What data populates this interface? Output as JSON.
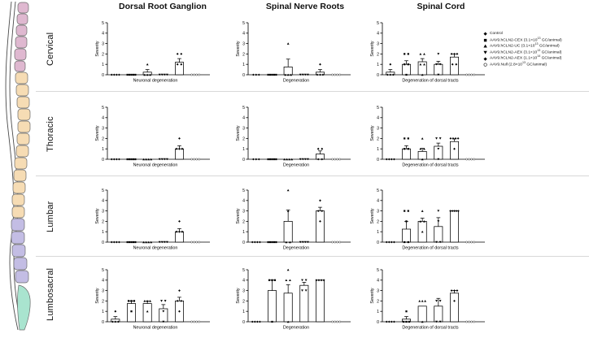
{
  "figure": {
    "columns": [
      {
        "id": "drg",
        "label": "Dorsal Root Ganglion",
        "xlabel": "Neuronal degeneration"
      },
      {
        "id": "snr",
        "label": "Spinal Nerve Roots",
        "xlabel": "Degeneration"
      },
      {
        "id": "sc",
        "label": "Spinal Cord",
        "xlabel": "Degeneration of dorsal tracts"
      }
    ],
    "rows": [
      {
        "id": "cervical",
        "label": "Cervical"
      },
      {
        "id": "thoracic",
        "label": "Thoracic"
      },
      {
        "id": "lumbar",
        "label": "Lumbar"
      },
      {
        "id": "lumbosacral",
        "label": "Lumbosacral"
      }
    ],
    "ylabel": "Severity",
    "yticks": [
      "0",
      "1",
      "2",
      "3",
      "4",
      "5"
    ],
    "ylim": [
      0,
      5
    ]
  },
  "legend": {
    "position": "right",
    "items": [
      {
        "marker": "diamond",
        "label": "Control",
        "dose": ""
      },
      {
        "marker": "square",
        "label": "AAV9.hCLN2-CEX",
        "dose": "(3.1×10",
        "exp": "13",
        "tail": " GC/animal)"
      },
      {
        "marker": "triangle-up",
        "label": "AAV9.hCLN2-UC",
        "dose": "(3.1×10",
        "exp": "13",
        "tail": " GC/animal)"
      },
      {
        "marker": "triangle-down",
        "label": "AAV9.hCLN2-AEX",
        "dose": "(3.1×10",
        "exp": "13",
        "tail": " GC/animal)"
      },
      {
        "marker": "diamond",
        "label": "AAV9.hCLN2-AEX",
        "dose": "(1.1×10",
        "exp": "14",
        "tail": " GC/animal)"
      },
      {
        "marker": "open-circle",
        "label": "AAV9.Null",
        "dose": "(2.8×10",
        "exp": "13",
        "tail": " GC/animal)"
      }
    ]
  },
  "spine": {
    "regions": [
      {
        "name": "cervical",
        "color": "#dfb8d0"
      },
      {
        "name": "thoracic",
        "color": "#f6dcb4"
      },
      {
        "name": "lumbar",
        "color": "#c3bde4"
      },
      {
        "name": "sacral",
        "color": "#a9e4cf"
      }
    ]
  },
  "chart_data": {
    "type": "bar",
    "title": "",
    "ylabel": "Severity",
    "ylim": [
      0,
      5
    ],
    "grid": false,
    "groups": [
      "Control",
      "AAV9.hCLN2-CEX",
      "AAV9.hCLN2-UC",
      "AAV9.hCLN2-AEX (3.1e13)",
      "AAV9.hCLN2-AEX (1.1e14)",
      "AAV9.Null"
    ],
    "panels": [
      {
        "row": "Cervical",
        "column": "Dorsal Root Ganglion",
        "xlabel": "Neuronal degeneration",
        "means": [
          0,
          0,
          0.25,
          0,
          1.2,
          0
        ],
        "errors": [
          0,
          0,
          0.25,
          0,
          0.35,
          0
        ],
        "points": [
          [
            0,
            0,
            0,
            0
          ],
          [
            0,
            0,
            0,
            0,
            0
          ],
          [
            0,
            0,
            0,
            1
          ],
          [
            0,
            0,
            0,
            0
          ],
          [
            1,
            1,
            2,
            2
          ],
          [
            0,
            0,
            0,
            0
          ]
        ]
      },
      {
        "row": "Cervical",
        "column": "Spinal Nerve Roots",
        "xlabel": "Degeneration",
        "means": [
          0,
          0,
          0.75,
          0,
          0.25,
          0
        ],
        "errors": [
          0,
          0,
          0.75,
          0,
          0.25,
          0
        ],
        "points": [
          [
            0,
            0,
            0
          ],
          [
            0,
            0,
            0,
            0,
            0
          ],
          [
            0,
            0,
            0,
            3
          ],
          [
            0,
            0,
            0,
            0
          ],
          [
            0,
            0,
            0,
            1
          ],
          [
            0,
            0,
            0,
            0
          ]
        ]
      },
      {
        "row": "Cervical",
        "column": "Spinal Cord",
        "xlabel": "Degeneration of dorsal tracts",
        "means": [
          0.25,
          1.0,
          1.25,
          1.0,
          1.7,
          0
        ],
        "errors": [
          0.25,
          0.35,
          0.3,
          0.3,
          0.3,
          0
        ],
        "points": [
          [
            0,
            0,
            0,
            1
          ],
          [
            0,
            1,
            1,
            2,
            2
          ],
          [
            0,
            1,
            1,
            2,
            2
          ],
          [
            0,
            1,
            1,
            2
          ],
          [
            1,
            1,
            2,
            2,
            2
          ],
          [
            0,
            0,
            0,
            0
          ]
        ]
      },
      {
        "row": "Thoracic",
        "column": "Dorsal Root Ganglion",
        "xlabel": "Neuronal degeneration",
        "means": [
          0,
          0,
          0,
          0,
          1.0,
          0
        ],
        "errors": [
          0,
          0,
          0,
          0,
          0.3,
          0
        ],
        "points": [
          [
            0,
            0,
            0,
            0
          ],
          [
            0,
            0,
            0,
            0,
            0
          ],
          [
            0,
            0,
            0,
            0
          ],
          [
            0,
            0,
            0,
            0
          ],
          [
            1,
            1,
            1,
            2
          ],
          [
            0,
            0,
            0,
            0
          ]
        ]
      },
      {
        "row": "Thoracic",
        "column": "Spinal Nerve Roots",
        "xlabel": "Degeneration",
        "means": [
          0,
          0,
          0,
          0,
          0.5,
          0
        ],
        "errors": [
          0,
          0,
          0,
          0,
          0.3,
          0
        ],
        "points": [
          [
            0,
            0,
            0
          ],
          [
            0,
            0,
            0,
            0,
            0
          ],
          [
            0,
            0,
            0,
            0
          ],
          [
            0,
            0,
            0,
            0
          ],
          [
            0,
            0,
            1,
            1
          ],
          [
            0,
            0,
            0,
            0
          ]
        ]
      },
      {
        "row": "Thoracic",
        "column": "Spinal Cord",
        "xlabel": "Degeneration of dorsal tracts",
        "means": [
          0,
          1.0,
          0.75,
          1.25,
          1.7,
          0
        ],
        "errors": [
          0,
          0.3,
          0.3,
          0.3,
          0.25,
          0
        ],
        "points": [
          [
            0,
            0,
            0,
            0
          ],
          [
            1,
            1,
            2,
            2
          ],
          [
            0,
            1,
            1,
            2
          ],
          [
            0,
            1,
            2,
            2
          ],
          [
            1,
            2,
            2,
            2,
            2
          ],
          [
            0,
            0,
            0,
            0
          ]
        ]
      },
      {
        "row": "Lumbar",
        "column": "Dorsal Root Ganglion",
        "xlabel": "Neuronal degeneration",
        "means": [
          0,
          0,
          0,
          0,
          1.0,
          0
        ],
        "errors": [
          0,
          0,
          0,
          0,
          0.3,
          0
        ],
        "points": [
          [
            0,
            0,
            0,
            0
          ],
          [
            0,
            0,
            0,
            0,
            0
          ],
          [
            0,
            0,
            0,
            0
          ],
          [
            0,
            0,
            0,
            0
          ],
          [
            1,
            1,
            1,
            2
          ],
          [
            0,
            0,
            0,
            0
          ]
        ]
      },
      {
        "row": "Lumbar",
        "column": "Spinal Nerve Roots",
        "xlabel": "Degeneration",
        "means": [
          0,
          0,
          2.0,
          0,
          3.0,
          0
        ],
        "errors": [
          0,
          0,
          1.1,
          0,
          0.35,
          0
        ],
        "points": [
          [
            0,
            0,
            0,
            0
          ],
          [
            0,
            0,
            0,
            0,
            0
          ],
          [
            0,
            0,
            3,
            5
          ],
          [
            0,
            0,
            0,
            0
          ],
          [
            2,
            3,
            3,
            4
          ],
          [
            0,
            0,
            0,
            0
          ]
        ]
      },
      {
        "row": "Lumbar",
        "column": "Spinal Cord",
        "xlabel": "Degeneration of dorsal tracts",
        "means": [
          0,
          1.25,
          2.0,
          1.5,
          3.0,
          0
        ],
        "errors": [
          0,
          0.75,
          0.3,
          0.85,
          0,
          0
        ],
        "points": [
          [
            0,
            0,
            0,
            0
          ],
          [
            0,
            0,
            2,
            3,
            3
          ],
          [
            1,
            2,
            2,
            3
          ],
          [
            0,
            0,
            2,
            3
          ],
          [
            3,
            3,
            3,
            3,
            3
          ],
          [
            0,
            0,
            0,
            0
          ]
        ]
      },
      {
        "row": "Lumbosacral",
        "column": "Dorsal Root Ganglion",
        "xlabel": "Neuronal degeneration",
        "means": [
          0.25,
          1.75,
          1.75,
          1.25,
          2.0,
          0
        ],
        "errors": [
          0.25,
          0.25,
          0.25,
          0.4,
          0.35,
          0
        ],
        "points": [
          [
            0,
            0,
            0,
            1
          ],
          [
            1,
            2,
            2,
            2
          ],
          [
            1,
            2,
            2,
            2
          ],
          [
            0,
            1,
            2,
            2
          ],
          [
            1,
            2,
            2,
            3
          ],
          [
            0,
            0,
            0,
            0
          ]
        ]
      },
      {
        "row": "Lumbosacral",
        "column": "Spinal Nerve Roots",
        "xlabel": "Degeneration",
        "means": [
          0,
          3.0,
          2.75,
          3.5,
          4.0,
          0
        ],
        "errors": [
          0,
          1.0,
          0.8,
          0.3,
          0,
          0
        ],
        "points": [
          [
            0,
            0,
            0,
            0
          ],
          [
            0,
            4,
            4,
            4
          ],
          [
            0,
            4,
            4,
            5
          ],
          [
            3,
            3,
            4,
            4
          ],
          [
            4,
            4,
            4,
            4
          ],
          [
            0,
            0,
            0,
            0
          ]
        ]
      },
      {
        "row": "Lumbosacral",
        "column": "Spinal Cord",
        "xlabel": "Degeneration of dorsal tracts",
        "means": [
          0,
          0.25,
          1.5,
          1.5,
          2.75,
          0
        ],
        "errors": [
          0,
          0.25,
          0,
          0.75,
          0.25,
          0
        ],
        "points": [
          [
            0,
            0,
            0,
            0
          ],
          [
            0,
            0,
            0,
            1
          ],
          [
            0,
            2,
            2,
            2
          ],
          [
            0,
            0,
            2,
            2
          ],
          [
            2,
            3,
            3,
            3
          ],
          [
            0,
            0,
            0,
            0
          ]
        ]
      }
    ]
  }
}
